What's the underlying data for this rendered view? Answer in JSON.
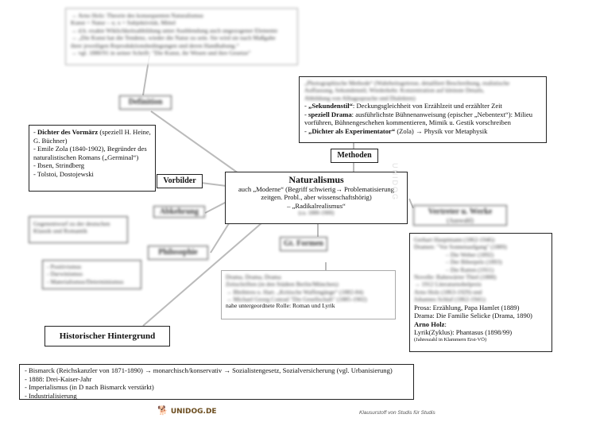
{
  "center": {
    "title": "Naturalismus",
    "line1": "auch „Moderne“ (Begriff schwierig→ Problematisierung",
    "line2": "zeitgen. Probl., aber wissenschaftshörig)",
    "line3": "– „Radikalrealismus“",
    "line4": "(ca. 1880-1900)"
  },
  "definition": {
    "label": "Definition",
    "lines": [
      "→ Arno Holz: Theorie des konsequenten Naturalismus",
      "Kunst = Natur – x; x = Subjektivität, Mittel",
      "→ d.h. exakte Wiklichkeitsabbildung unter Ausblendung auch ungezogener Elemente",
      "→ „Die Kunst hat die Tendenz, wieder die Natur zu sein. Sie wird sie nach Maßgabe",
      "ihrer jeweiligen Reproduktionsbedingungen und deren Handhabung.“",
      "→ vgl. 1880/91 in seiner Schrift: \"Die Kunst, ihr Wesen und ihre Gesetze\""
    ]
  },
  "methoden": {
    "label": "Methoden",
    "blurred": [
      "„Photographische Methode“ (Wahrheitsgetreue, detailliert Beschreibung, realistische",
      "Auffassung, Sekundenstil, Wiederkehr. Konzentration auf kleinste Details,",
      "Abbildung von Alltagssprache und Dialekten)"
    ],
    "items": [
      {
        "bold": "„Sekundenstil“",
        "text": ": Deckungsgleichheit von Erzählzeit und erzählter Zeit"
      },
      {
        "bold": "speziell Drama",
        "text": ": ausführlichste Bühnenanweisung (epischer „Nebentext“): Milieu vorführen, Bühnengeschehen kommentieren, Mimik u. Gestik vorschreiben"
      },
      {
        "bold": "„Dichter als Experimentator“",
        "text": " (Zola) → Physik vor Metaphysik"
      }
    ]
  },
  "vorbilder": {
    "label": "Vorbilder",
    "items": [
      {
        "bold": "Dichter des Vormärz",
        "text": " (speziell  H. Heine, G. Büchner)"
      },
      {
        "bold": "",
        "text": "Emile Zola (1840-1902), Begründer des naturalistischen Romans („Germinal“)"
      },
      {
        "bold": "",
        "text": "Ibsen, Strindberg"
      },
      {
        "bold": "",
        "text": "Tolstoi, Dostojewski"
      }
    ]
  },
  "abkehrung": {
    "label": "Abkehrung",
    "text": "Gegenentwurf zu der deutschen Klassik und Romantik"
  },
  "philosophie": {
    "label": "Philosophie",
    "items": [
      "Positivismus",
      "Darwinismus",
      "Materialismus/Determinismus"
    ]
  },
  "formen": {
    "label": "Gt. Formen",
    "blurred": [
      "Drama, Drama, Drama",
      "Zeitschriften (in den Städten Berlin/München):",
      "→ Bleibtreu u. Hart. „Kritische Waffengänge“ (1882-84)",
      "→ Michael Georg Conrad \"Die Gesellschaft\" (1885-1902)"
    ],
    "last": "nahe untergeordnete Rolle: Roman und Lyrik"
  },
  "vertreter": {
    "label": "Vertreter u. Werke",
    "sublabel": "(Auswahl)",
    "blurred": [
      "Gerhart Hauptmann (1862-1946):",
      "Dramen: \"Vor Sonnenaufgang\" (1889)",
      "– Die Weber (1892)",
      "– Der Biberpelz (1893)",
      "– Die Ratten (1911)",
      "Novelle: Bahnwärter Thiel (1888)",
      "→ 1912 Literaturnobelpreis",
      "Arno Holz (1863-1929) und",
      "Johannes Schlaf (1862-1941):"
    ],
    "clear": [
      {
        "bold": "",
        "text": "Prosa: Erzählung, Papa Hamlet (1889)"
      },
      {
        "bold": "",
        "text": "Drama: Die Familie Selicke (Drama, 1890)"
      },
      {
        "bold": "Arno Holz",
        "text": ":"
      },
      {
        "bold": "",
        "text": "Lyrik(Zyklus): Phantasus (1898/99)"
      }
    ],
    "note": "(Jahreszahl in Klammern Erst-VÖ)"
  },
  "historisch": {
    "label": "Historischer Hintergrund",
    "items": [
      "- Bismarck (Reichskanzler von 1871-1890) → monarchisch/konservativ → Sozialistengesetz, Sozialversicherung (vgl. Urbanisierung)",
      "- 1888: Drei-Kaiser-Jahr",
      "- Imperialismus (in D nach Bismarck verstärkt)",
      "- Industrialisierung"
    ]
  },
  "footer": {
    "logo": "UNIDOG.DE",
    "note": "Klausurstoff von Studis für Studis"
  }
}
